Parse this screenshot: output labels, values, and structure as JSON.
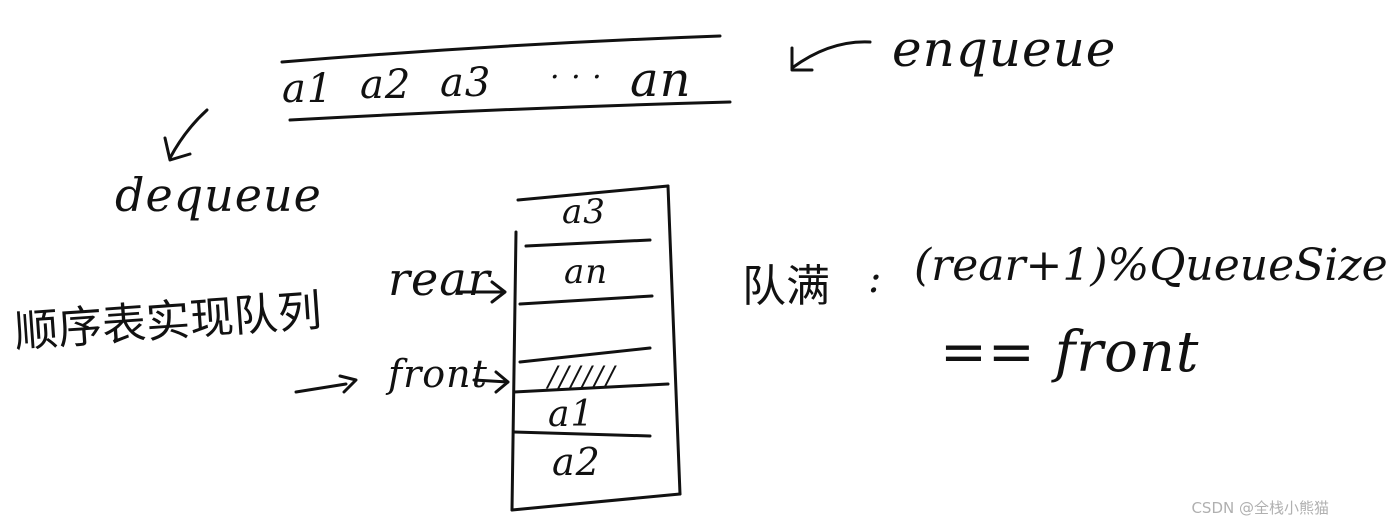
{
  "enqueue_label": "enqueue",
  "dequeue_label": "dequeue",
  "queue_elements": [
    "a1",
    "a2",
    "a3",
    "an"
  ],
  "queue_ellipsis": "· · ·",
  "array_cells": [
    "a3",
    "an",
    "",
    "//////",
    "a1",
    "a2"
  ],
  "rear_label": "rear",
  "front_label": "front",
  "title_cn": "顺序表实现队列",
  "full_condition": {
    "label_cn": "队满",
    "sep": ":",
    "expr": "(rear+1)%QueueSize",
    "eq": "== front"
  },
  "watermark": "CSDN @全栈小熊猫"
}
